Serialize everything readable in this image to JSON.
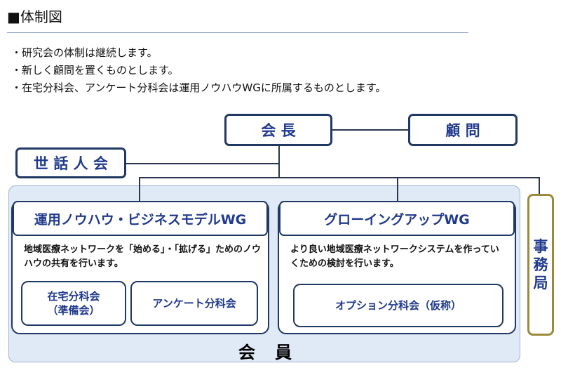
{
  "title": "■体制図",
  "bullets": [
    "・研究会の体制は継続します。",
    "・新しく顧問を置くものとします。",
    "・在宅分科会、アンケート分科会は運用ノウハウWGに所属するものとします。"
  ],
  "org": {
    "chair": "会 長",
    "advisor": "顧 問",
    "organizers": "世 話 人 会",
    "secretariat": "事\n務\n局",
    "members": "会 員",
    "wg1": {
      "title": "運用ノウハウ・ビジネスモデルWG",
      "desc": "地域医療ネットワークを「始める」・「拡げる」ためのノウハウの共有を行います。",
      "subs": [
        "在宅分科会\n（準備会）",
        "アンケート分科会"
      ]
    },
    "wg2": {
      "title": "グローイングアップWG",
      "desc": "より良い地域医療ネットワークシステムを作っていくための検討を行います。",
      "subs": [
        "オプション分科会（仮称）"
      ]
    }
  },
  "colors": {
    "navy": "#203864",
    "label_blue": "#203a8c",
    "gold": "#9c8a3a",
    "member_bg": "#dfeaf6"
  }
}
